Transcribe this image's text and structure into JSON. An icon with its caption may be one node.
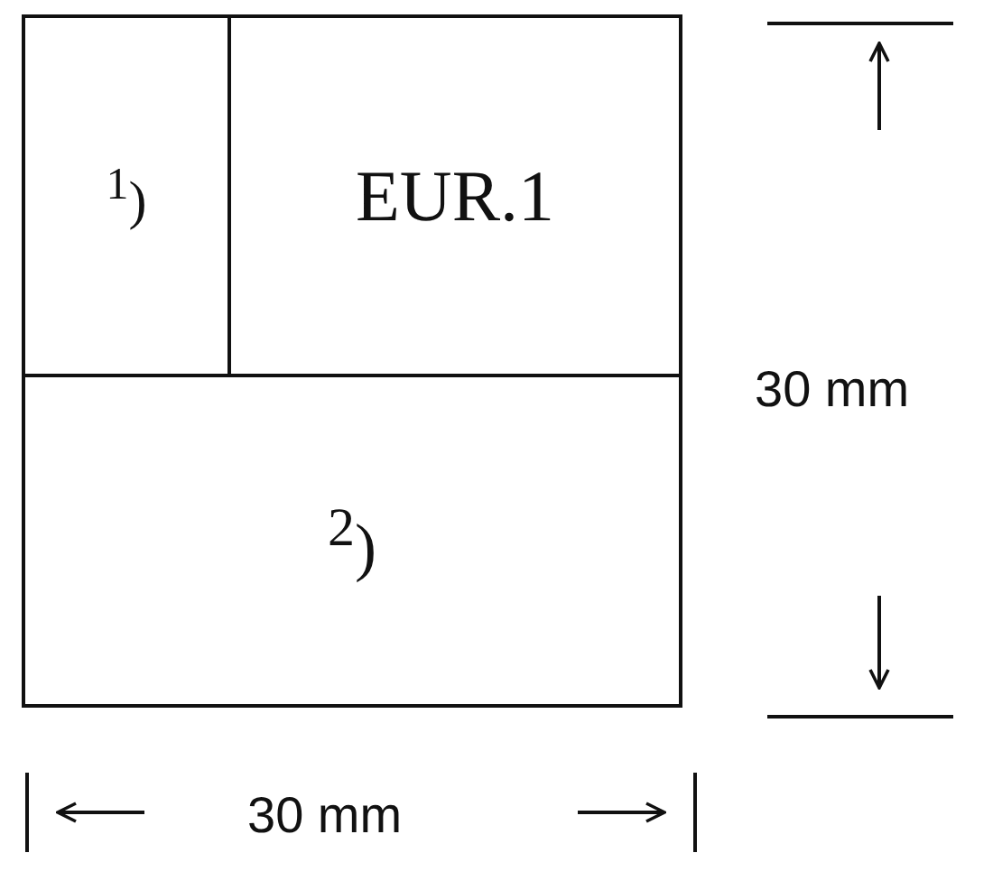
{
  "diagram": {
    "nodes": [
      {
        "text": [
          "$^{1}$)"
        ]
      },
      {
        "text": [
          "EUR.1"
        ]
      },
      {
        "text": [
          "$^{2}$)"
        ]
      }
    ],
    "labels": [
      "30 mm",
      "30 mm"
    ]
  }
}
